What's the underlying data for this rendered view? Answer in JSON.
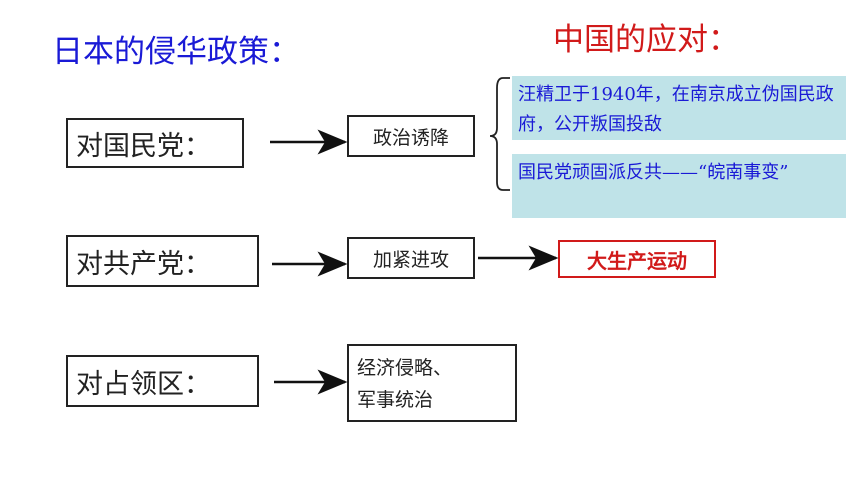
{
  "titles": {
    "left": "日本的侵华政策：",
    "right": "中国的应对："
  },
  "rows": {
    "kmt": {
      "target": "对国民党：",
      "policy": "政治诱降",
      "responses": [
        "汪精卫于1940年，在南京成立伪国民政府，公开叛国投敌",
        "国民党顽固派反共——“皖南事变”"
      ]
    },
    "ccp": {
      "target": "对共产党：",
      "policy": "加紧进攻",
      "response": "大生产运动"
    },
    "occupied": {
      "target": "对占领区：",
      "policy_line1": "经济侵略、",
      "policy_line2": "军事统治"
    }
  },
  "colors": {
    "blue_text": "#1a1ad6",
    "red_text": "#d11a1a",
    "response_bg": "#bfe3e8"
  }
}
